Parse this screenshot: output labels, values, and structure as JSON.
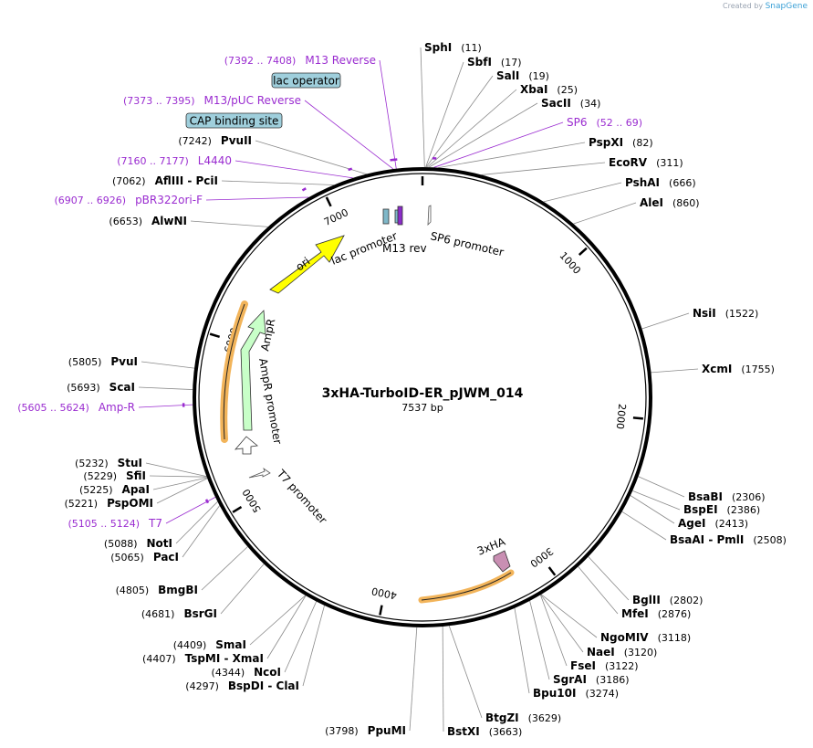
{
  "branding": {
    "prefix": "Created by",
    "name": "SnapGene"
  },
  "plasmid": {
    "name": "3xHA-TurboID-ER_pJWM_014",
    "length_label": "7537 bp",
    "length": 7537
  },
  "colors": {
    "enzyme_line": "#8a8a8a",
    "primer": "#9a2cd0",
    "backbone": "#000000",
    "ori": "#ffff00",
    "ampr": "#c8ffc8",
    "orf_highlight": "#f2b45a",
    "ha_tag": "#c98fb3",
    "feature_box": "#9fcfdc"
  },
  "ticks": [
    {
      "label": "1000",
      "pos": 1000
    },
    {
      "label": "2000",
      "pos": 2000
    },
    {
      "label": "3000",
      "pos": 3000
    },
    {
      "label": "4000",
      "pos": 4000
    },
    {
      "label": "5000",
      "pos": 5000
    },
    {
      "label": "6000",
      "pos": 6000
    },
    {
      "label": "7000",
      "pos": 7000
    }
  ],
  "features": [
    {
      "name": "lac promoter"
    },
    {
      "name": "M13 rev"
    },
    {
      "name": "SP6 promoter"
    },
    {
      "name": "ori"
    },
    {
      "name": "AmpR"
    },
    {
      "name": "AmpR promoter"
    },
    {
      "name": "T7 promoter"
    },
    {
      "name": "3xHA"
    }
  ],
  "boxed_features": [
    {
      "name": "lac operator"
    },
    {
      "name": "CAP binding site"
    }
  ],
  "primers": [
    {
      "range": "(7392 .. 7408)",
      "name": "M13 Reverse",
      "pos": 7400
    },
    {
      "range": "(7373 .. 7395)",
      "name": "M13/pUC Reverse",
      "pos": 7384
    },
    {
      "range": "(7160 .. 7177)",
      "name": "L4440",
      "pos": 7168
    },
    {
      "range": "(6907 .. 6926)",
      "name": "pBR322ori-F",
      "pos": 6916
    },
    {
      "range": "(5605 .. 5624)",
      "name": "Amp-R",
      "pos": 5614
    },
    {
      "range": "(5105 .. 5124)",
      "name": "T7",
      "pos": 5114
    },
    {
      "range": "(52 .. 69)",
      "name": "SP6",
      "pos": 60
    }
  ],
  "enzymes": [
    {
      "name": "SphI",
      "pos_label": "(11)",
      "pos": 11
    },
    {
      "name": "SbfI",
      "pos_label": "(17)",
      "pos": 17
    },
    {
      "name": "SalI",
      "pos_label": "(19)",
      "pos": 19
    },
    {
      "name": "XbaI",
      "pos_label": "(25)",
      "pos": 25
    },
    {
      "name": "SacII",
      "pos_label": "(34)",
      "pos": 34
    },
    {
      "name": "PspXI",
      "pos_label": "(82)",
      "pos": 82
    },
    {
      "name": "EcoRV",
      "pos_label": "(311)",
      "pos": 311
    },
    {
      "name": "PshAI",
      "pos_label": "(666)",
      "pos": 666
    },
    {
      "name": "AleI",
      "pos_label": "(860)",
      "pos": 860
    },
    {
      "name": "NsiI",
      "pos_label": "(1522)",
      "pos": 1522
    },
    {
      "name": "XcmI",
      "pos_label": "(1755)",
      "pos": 1755
    },
    {
      "name": "BsaBI",
      "pos_label": "(2306)",
      "pos": 2306
    },
    {
      "name": "BspEI",
      "pos_label": "(2386)",
      "pos": 2386
    },
    {
      "name": "AgeI",
      "pos_label": "(2413)",
      "pos": 2413
    },
    {
      "name": "BsaAI - PmlI",
      "pos_label": "(2508)",
      "pos": 2508
    },
    {
      "name": "BglII",
      "pos_label": "(2802)",
      "pos": 2802
    },
    {
      "name": "MfeI",
      "pos_label": "(2876)",
      "pos": 2876
    },
    {
      "name": "NgoMIV",
      "pos_label": "(3118)",
      "pos": 3118
    },
    {
      "name": "NaeI",
      "pos_label": "(3120)",
      "pos": 3120
    },
    {
      "name": "FseI",
      "pos_label": "(3122)",
      "pos": 3122
    },
    {
      "name": "SgrAI",
      "pos_label": "(3186)",
      "pos": 3186
    },
    {
      "name": "Bpu10I",
      "pos_label": "(3274)",
      "pos": 3274
    },
    {
      "name": "BtgZI",
      "pos_label": "(3629)",
      "pos": 3629
    },
    {
      "name": "BstXI",
      "pos_label": "(3663)",
      "pos": 3663
    },
    {
      "name": "PpuMI",
      "pos_label": "(3798)",
      "pos": 3798
    },
    {
      "name": "BspDI - ClaI",
      "pos_label": "(4297)",
      "pos": 4297
    },
    {
      "name": "NcoI",
      "pos_label": "(4344)",
      "pos": 4344
    },
    {
      "name": "TspMI - XmaI",
      "pos_label": "(4407)",
      "pos": 4407
    },
    {
      "name": "SmaI",
      "pos_label": "(4409)",
      "pos": 4409
    },
    {
      "name": "BsrGI",
      "pos_label": "(4681)",
      "pos": 4681
    },
    {
      "name": "BmgBI",
      "pos_label": "(4805)",
      "pos": 4805
    },
    {
      "name": "PacI",
      "pos_label": "(5065)",
      "pos": 5065
    },
    {
      "name": "NotI",
      "pos_label": "(5088)",
      "pos": 5088
    },
    {
      "name": "PspOMI",
      "pos_label": "(5221)",
      "pos": 5221
    },
    {
      "name": "ApaI",
      "pos_label": "(5225)",
      "pos": 5225
    },
    {
      "name": "SfiI",
      "pos_label": "(5229)",
      "pos": 5229
    },
    {
      "name": "StuI",
      "pos_label": "(5232)",
      "pos": 5232
    },
    {
      "name": "ScaI",
      "pos_label": "(5693)",
      "pos": 5693
    },
    {
      "name": "PvuI",
      "pos_label": "(5805)",
      "pos": 5805
    },
    {
      "name": "AlwNI",
      "pos_label": "(6653)",
      "pos": 6653
    },
    {
      "name": "AflIII - PciI",
      "pos_label": "(7062)",
      "pos": 7062
    },
    {
      "name": "PvuII",
      "pos_label": "(7242)",
      "pos": 7242
    }
  ]
}
